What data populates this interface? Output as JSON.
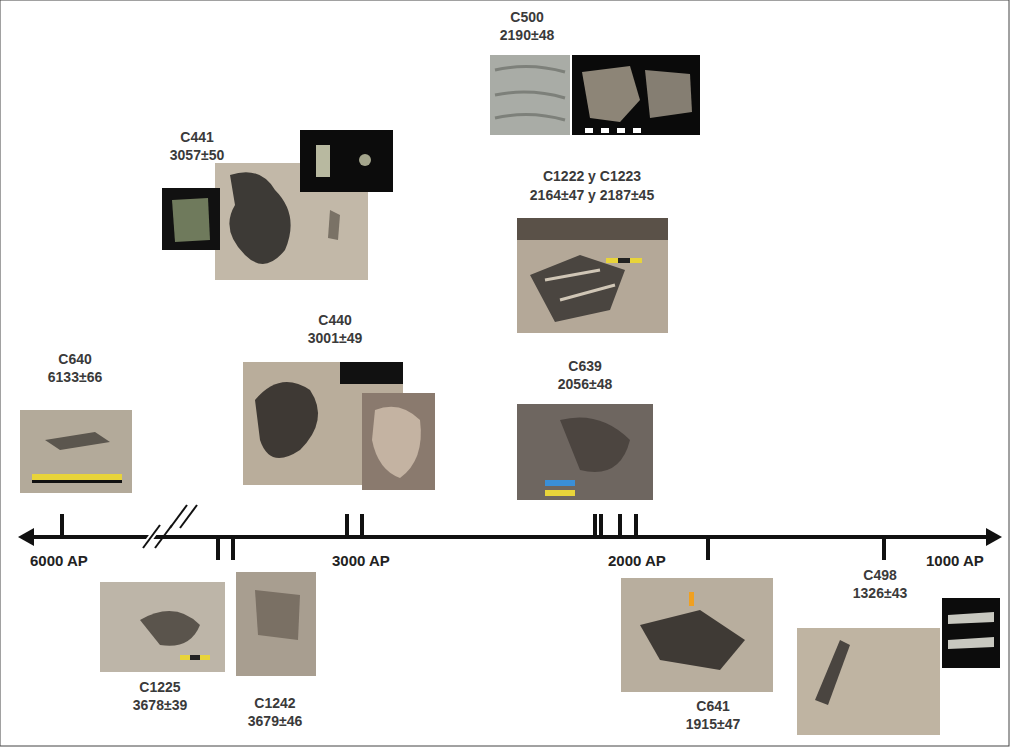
{
  "diagram": {
    "labels": [
      "C500",
      "2190±48",
      "C441",
      "3057±50",
      "C1222 y C1223",
      "2164±47 y 2187±45",
      "C440",
      "3001±49",
      "C640",
      "6133±66",
      "C639",
      "2056±48",
      "6000 AP",
      "3000 AP",
      "2000 AP",
      "1000 AP",
      "C1225",
      "3678±39",
      "C1242",
      "3679±46",
      "C641",
      "1915±47",
      "C498",
      "1326±43"
    ]
  }
}
